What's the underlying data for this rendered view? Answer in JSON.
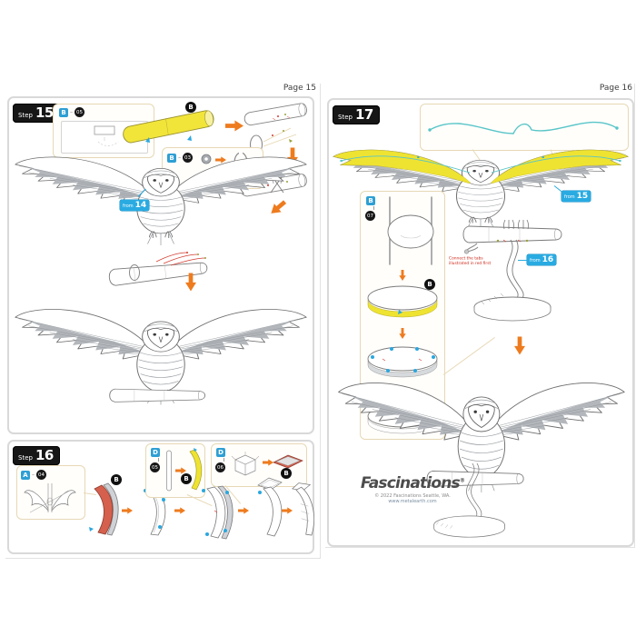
{
  "ui": {
    "separator": "–"
  },
  "pages": {
    "left": {
      "page_label": "Page 15",
      "step15": {
        "badge": {
          "prefix": "Step",
          "number": "15"
        },
        "part_callout_1": {
          "letter": "B",
          "number": "05"
        },
        "part_callout_2": {
          "letter": "B",
          "number": "03"
        },
        "marker_b": "B",
        "from_tag": {
          "prefix": "from",
          "number": "14"
        }
      },
      "step16": {
        "badge": {
          "prefix": "Step",
          "number": "16"
        },
        "part_callout_a": {
          "letter": "A",
          "number": "04"
        },
        "part_callout_d1": {
          "letter": "D",
          "number": "05"
        },
        "part_callout_d2": {
          "letter": "D",
          "number": "06"
        },
        "marker_b": "B"
      }
    },
    "right": {
      "page_label": "Page 16",
      "step17": {
        "badge": {
          "prefix": "Step",
          "number": "17"
        },
        "part_callout_b": {
          "letter": "B",
          "number": "07"
        },
        "marker_b": "B",
        "from_tag_wing": {
          "prefix": "from",
          "number": "15"
        },
        "from_tag_stand": {
          "prefix": "from",
          "number": "16"
        },
        "red_note": {
          "line1": "Connect the tabs",
          "line2": "illustrated in red first"
        }
      },
      "footer": {
        "brand": "Fascinations",
        "registered": "®",
        "copyright": "© 2022 Fascinations Seattle, WA.",
        "website": "www.metalearth.com"
      }
    }
  },
  "colors": {
    "accent_orange": "#ee7b1e",
    "tag_blue": "#29abe2",
    "part_yellow": "#f2e53a",
    "part_red": "#d4604d",
    "wire_teal": "#58c5c8",
    "wing_gray": "#b3b7bc",
    "badge_black": "#161616"
  }
}
